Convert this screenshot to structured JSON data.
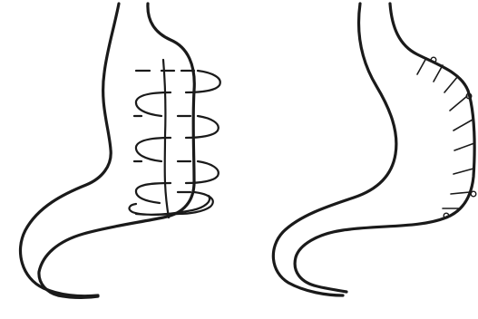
{
  "figure": {
    "background": "#ffffff",
    "line_color": "#1a1a1a",
    "panels": [
      {
        "id": "left",
        "depicts": "stomach-with-spiral-running-suture",
        "suture_loops": 5
      },
      {
        "id": "right",
        "depicts": "stomach-with-interrupted-sutures",
        "stitches": 8
      }
    ]
  }
}
